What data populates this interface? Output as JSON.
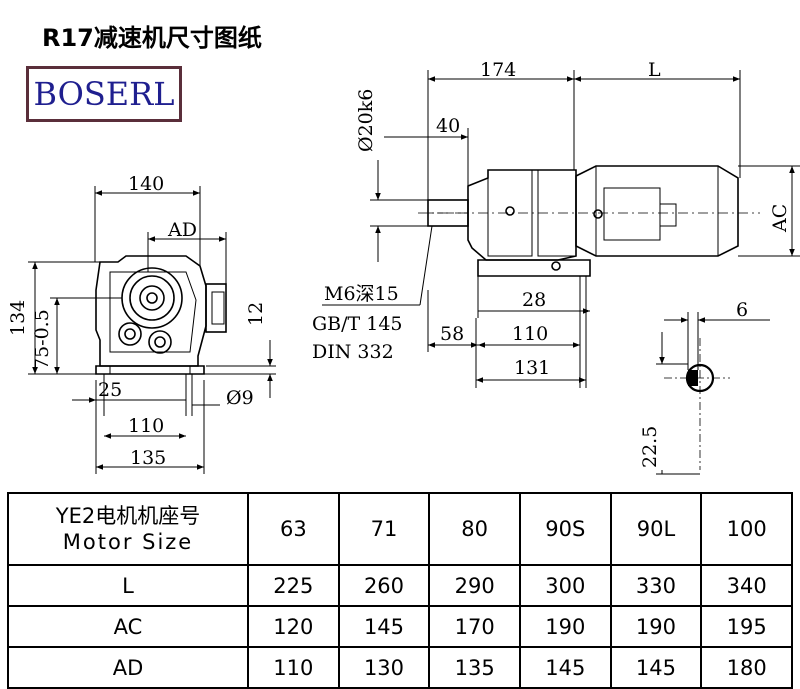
{
  "title": "R17减速机尺寸图纸",
  "logo": {
    "text": "BOSERL"
  },
  "dimensions": {
    "d174": "174",
    "dL": "L",
    "d20": "Ø20k6",
    "d40": "40",
    "dAC": "AC",
    "d140": "140",
    "dAD": "AD",
    "d134": "134",
    "d75": "75-0.5",
    "d12": "12",
    "d25": "25",
    "d9": "Ø9",
    "d110a": "110",
    "d135": "135",
    "d28": "28",
    "d58": "58",
    "d110b": "110",
    "d131": "131",
    "d6": "6",
    "d225": "22.5",
    "std1": "M6深15",
    "std2": "GB/T 145",
    "std3": "DIN 332"
  },
  "table": {
    "header_line1": "YE2电机机座号",
    "header_line2": "Motor Size",
    "sizes": [
      "63",
      "71",
      "80",
      "90S",
      "90L",
      "100"
    ],
    "rows": [
      {
        "label": "L",
        "values": [
          "225",
          "260",
          "290",
          "300",
          "330",
          "340"
        ]
      },
      {
        "label": "AC",
        "values": [
          "120",
          "145",
          "170",
          "190",
          "190",
          "195"
        ]
      },
      {
        "label": "AD",
        "values": [
          "110",
          "130",
          "135",
          "145",
          "145",
          "180"
        ]
      }
    ]
  }
}
